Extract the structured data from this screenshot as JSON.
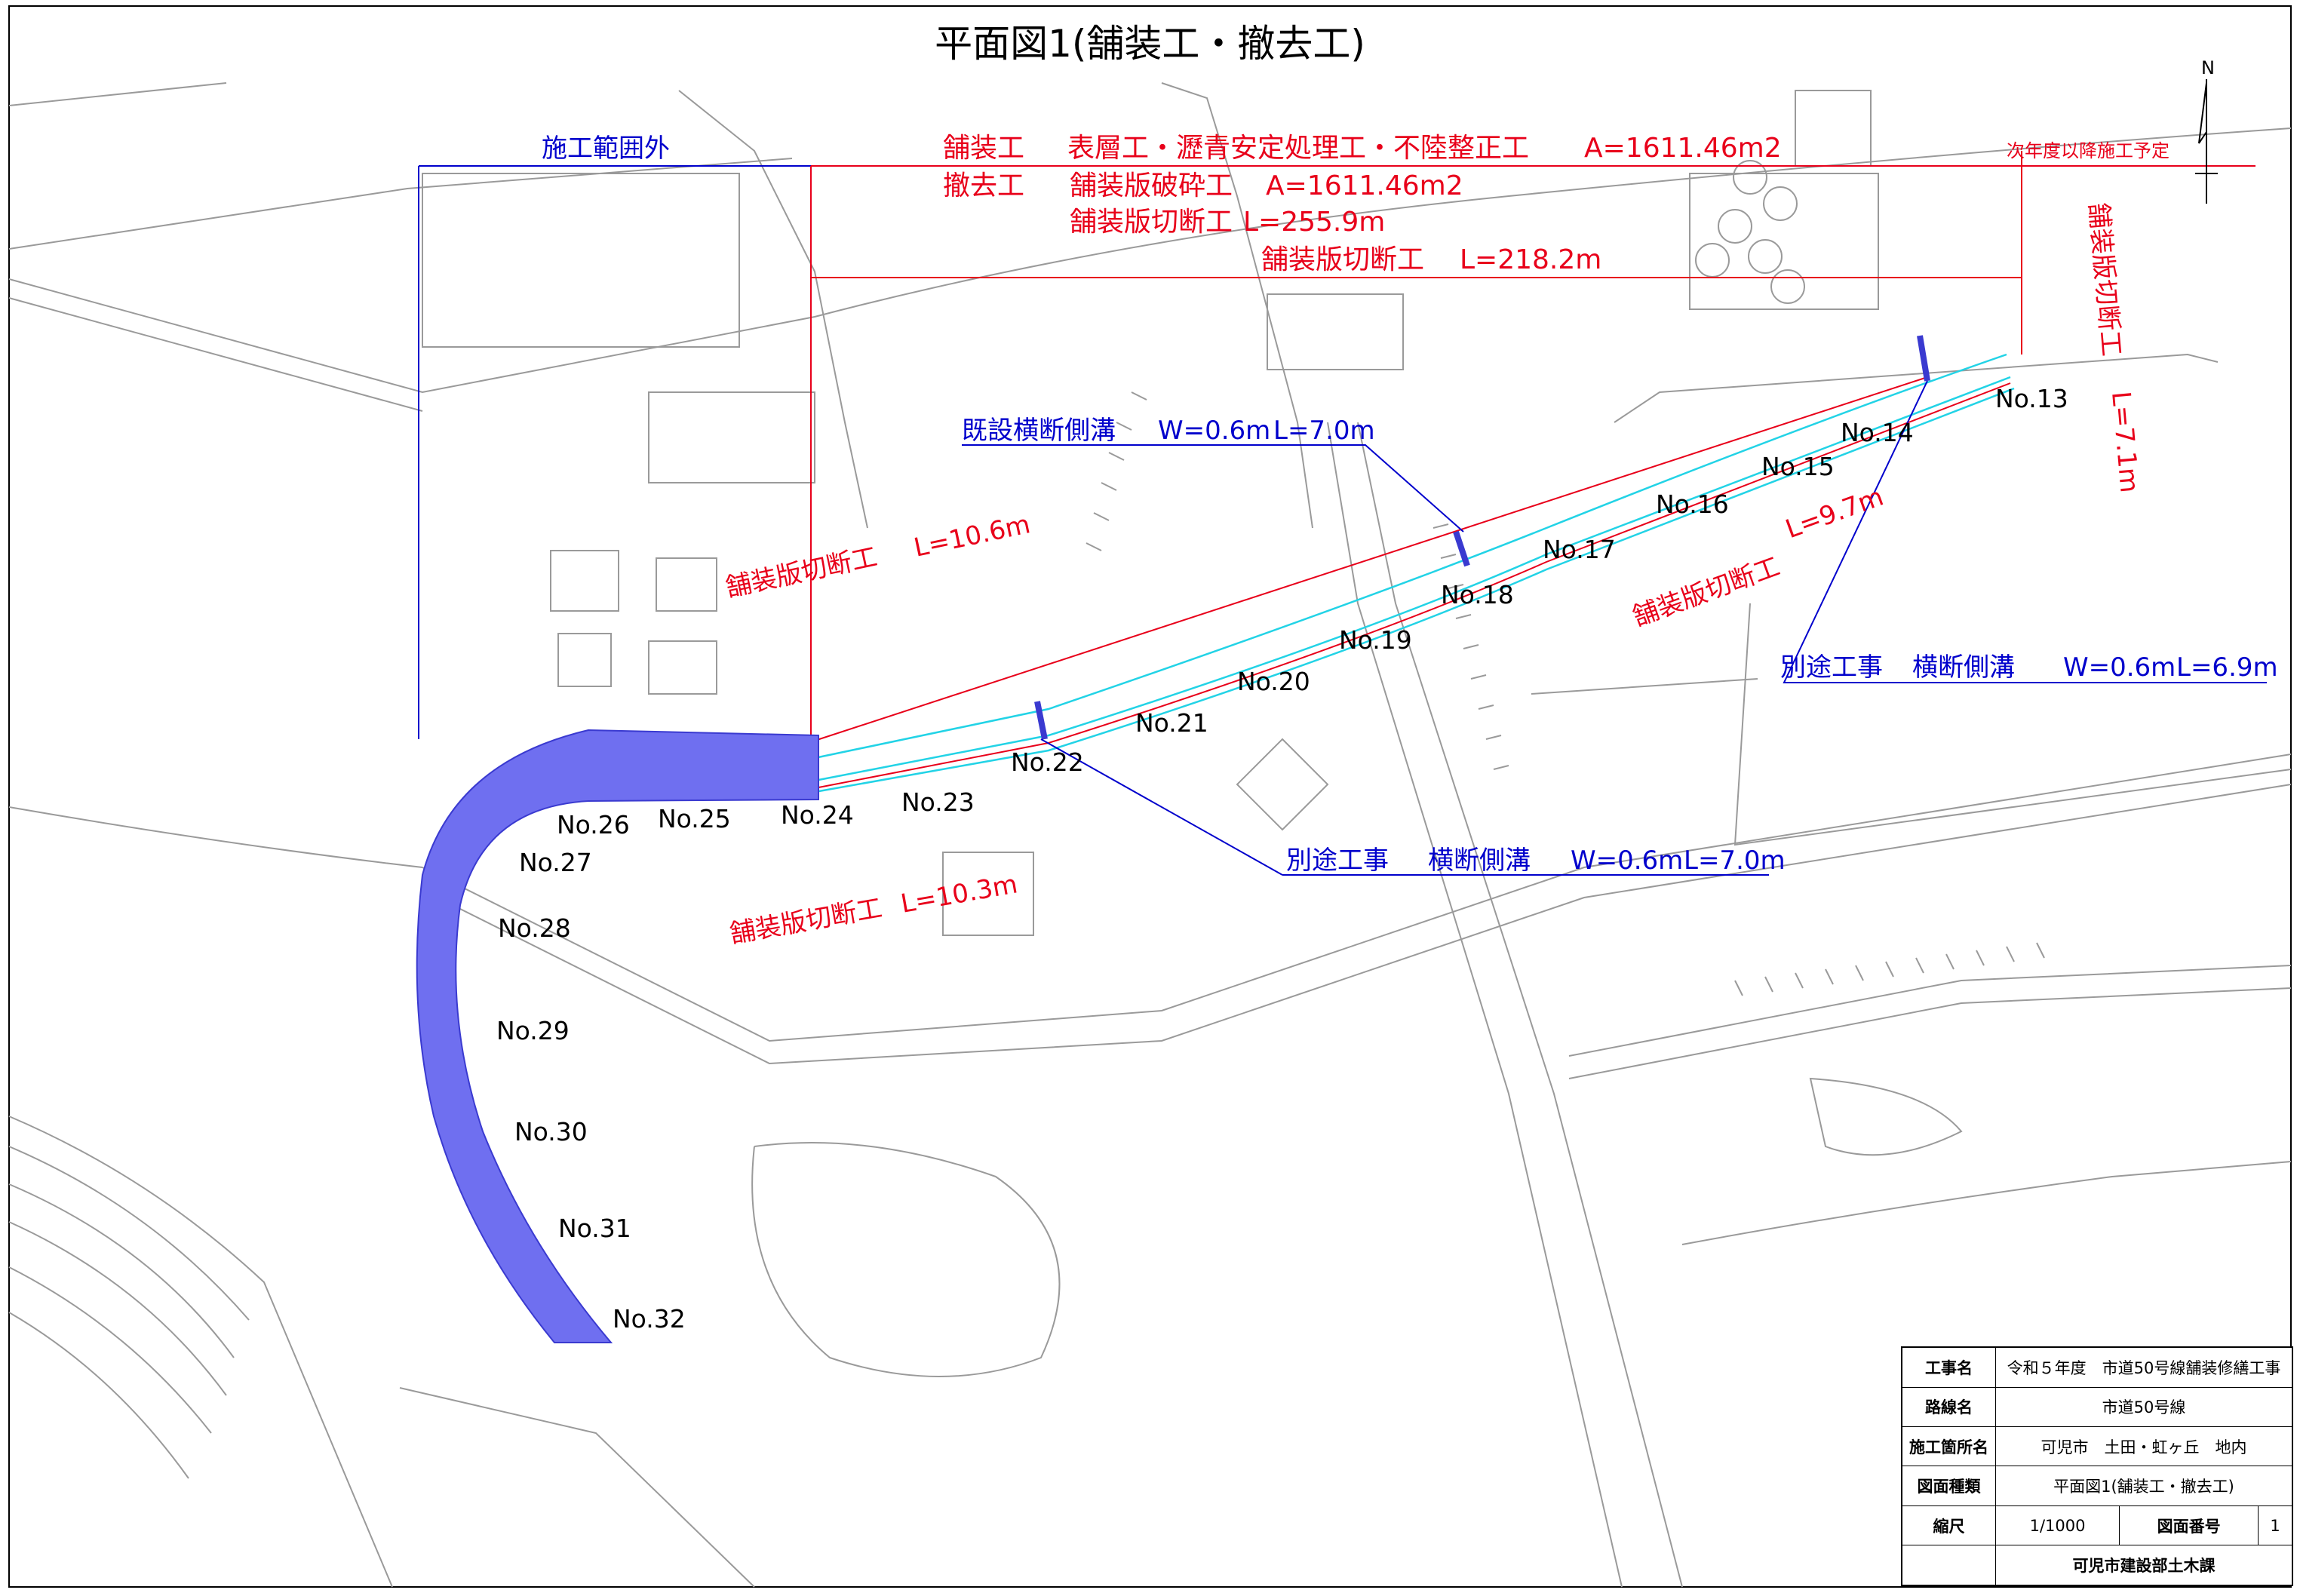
{
  "title": "平面図1(舗装工・撤去工)",
  "north_label": "N",
  "labels": {
    "outside_range": "施工範囲外",
    "next_year": "次年度以降施工予定",
    "pave_line1_a": "舗装工",
    "pave_line1_b": "表層工・瀝青安定処理工・不陸整正工",
    "pave_line1_c": "A=1611.46m2",
    "remove_a": "撤去工",
    "remove_b": "舗装版破砕工",
    "remove_c": "A=1611.46m2",
    "cut1_a": "舗装版切断工",
    "cut1_b": "L=255.9m",
    "cut2_a": "舗装版切断工",
    "cut2_b": "L=218.2m",
    "existing_ditch_a": "既設横断側溝",
    "existing_ditch_b": "W=0.6m",
    "existing_ditch_c": "L=7.0m",
    "cut_left_a": "舗装版切断工",
    "cut_left_b": "L=10.6m",
    "cut_mid_a": "舗装版切断工",
    "cut_mid_b": "L=9.7m",
    "cut_right_a": "舗装版切断工",
    "cut_right_b": "L=7.1m",
    "cut_low_a": "舗装版切断工",
    "cut_low_b": "L=10.3m",
    "sep_ditch1_a": "別途工事",
    "sep_ditch1_b": "横断側溝",
    "sep_ditch1_c": "W=0.6m",
    "sep_ditch1_d": "L=6.9m",
    "sep_ditch2_a": "別途工事",
    "sep_ditch2_b": "横断側溝",
    "sep_ditch2_c": "W=0.6m",
    "sep_ditch2_d": "L=7.0m"
  },
  "stations": [
    "No.13",
    "No.14",
    "No.15",
    "No.16",
    "No.17",
    "No.18",
    "No.19",
    "No.20",
    "No.21",
    "No.22",
    "No.23",
    "No.24",
    "No.25",
    "No.26",
    "No.27",
    "No.28",
    "No.29",
    "No.30",
    "No.31",
    "No.32"
  ],
  "title_block": {
    "project_h": "工事名",
    "project_v": "令和５年度　市道50号線舗装修繕工事",
    "route_h": "路線名",
    "route_v": "市道50号線",
    "place_h": "施工箇所名",
    "place_v": "可児市　土田・虹ヶ丘　地内",
    "type_h": "図面種類",
    "type_v": "平面図1(舗装工・撤去工)",
    "scale_h": "縮尺",
    "scale_v": "1/1000",
    "num_h": "図面番号",
    "num_v": "1",
    "org": "可児市建設部土木課"
  },
  "colors": {
    "pave_fill": "#6f6ff0",
    "red": "#e8001a",
    "blue": "#0000cc",
    "cyan": "#22d3e6"
  }
}
